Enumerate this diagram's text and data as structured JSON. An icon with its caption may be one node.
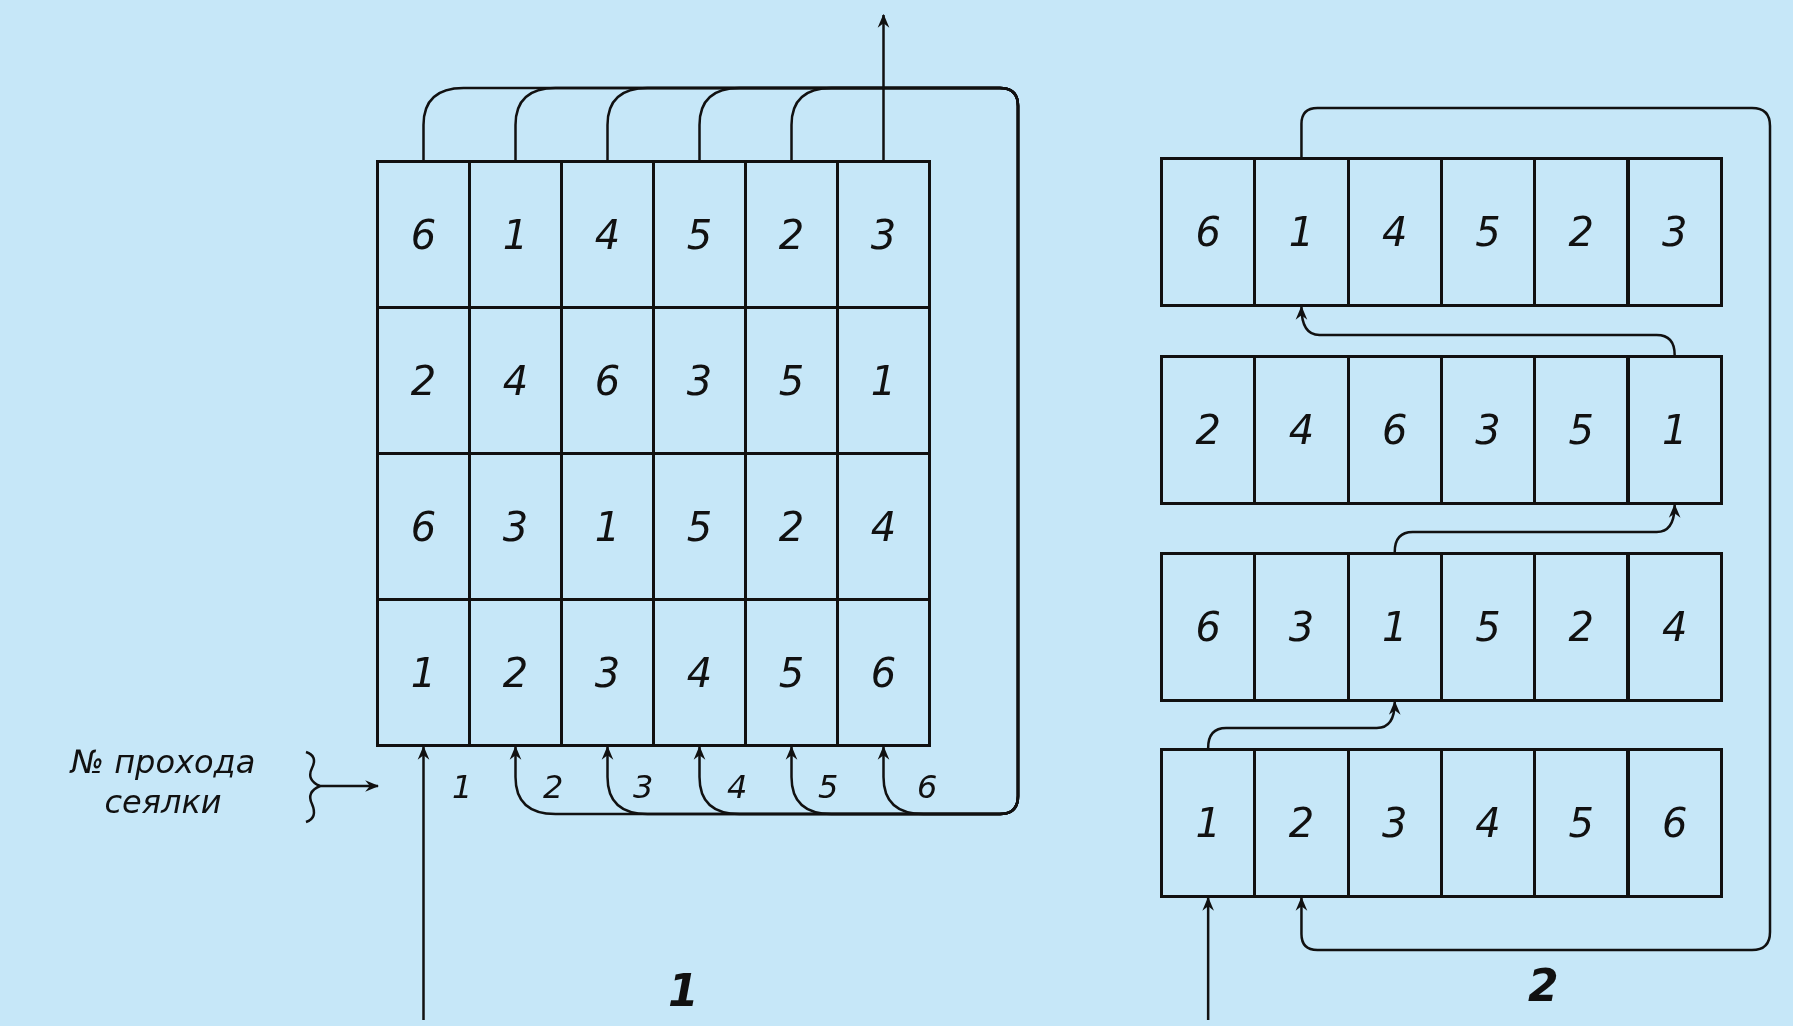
{
  "diagram": {
    "nodes": [
      {
        "text": [
          "6"
        ]
      },
      {
        "text": [
          "1"
        ]
      },
      {
        "text": [
          "4"
        ]
      },
      {
        "text": [
          "5"
        ]
      },
      {
        "text": [
          "2"
        ]
      },
      {
        "text": [
          "3"
        ]
      },
      {
        "text": [
          "2"
        ]
      },
      {
        "text": [
          "4"
        ]
      },
      {
        "text": [
          "6"
        ]
      },
      {
        "text": [
          "3"
        ]
      },
      {
        "text": [
          "5"
        ]
      },
      {
        "text": [
          "1"
        ]
      },
      {
        "text": [
          "6"
        ]
      },
      {
        "text": [
          "3"
        ]
      },
      {
        "text": [
          "1"
        ]
      },
      {
        "text": [
          "5"
        ]
      },
      {
        "text": [
          "2"
        ]
      },
      {
        "text": [
          "4"
        ]
      },
      {
        "text": [
          "1"
        ]
      },
      {
        "text": [
          "2"
        ]
      },
      {
        "text": [
          "3"
        ]
      },
      {
        "text": [
          "4"
        ]
      },
      {
        "text": [
          "5"
        ]
      },
      {
        "text": [
          "6"
        ]
      },
      {
        "text": [
          "6"
        ]
      },
      {
        "text": [
          "1"
        ]
      },
      {
        "text": [
          "4"
        ]
      },
      {
        "text": [
          "5"
        ]
      },
      {
        "text": [
          "2"
        ]
      },
      {
        "text": [
          "3"
        ]
      },
      {
        "text": [
          "2"
        ]
      },
      {
        "text": [
          "4"
        ]
      },
      {
        "text": [
          "6"
        ]
      },
      {
        "text": [
          "3"
        ]
      },
      {
        "text": [
          "5"
        ]
      },
      {
        "text": [
          "1"
        ]
      },
      {
        "text": [
          "6"
        ]
      },
      {
        "text": [
          "3"
        ]
      },
      {
        "text": [
          "1"
        ]
      },
      {
        "text": [
          "5"
        ]
      },
      {
        "text": [
          "2"
        ]
      },
      {
        "text": [
          "4"
        ]
      },
      {
        "text": [
          "1"
        ]
      },
      {
        "text": [
          "2"
        ]
      },
      {
        "text": [
          "3"
        ]
      },
      {
        "text": [
          "4"
        ]
      },
      {
        "text": [
          "5"
        ]
      },
      {
        "text": [
          "6"
        ]
      }
    ],
    "edges": [
      {
        "from": null,
        "to": 18,
        "arrow": "to"
      },
      {
        "from": 0,
        "to": 19,
        "arrow": "to"
      },
      {
        "from": 1,
        "to": 20,
        "arrow": "to"
      },
      {
        "from": 2,
        "to": 21,
        "arrow": "to"
      },
      {
        "from": 3,
        "to": 22,
        "arrow": "to"
      },
      {
        "from": 4,
        "to": 23,
        "arrow": "to"
      },
      {
        "from": 5,
        "to": null,
        "arrow": "to"
      },
      {
        "from": null,
        "to": 42,
        "arrow": "to"
      },
      {
        "from": 42,
        "to": 38,
        "arrow": "to"
      },
      {
        "from": 38,
        "to": 35,
        "arrow": "to"
      },
      {
        "from": 35,
        "to": 25,
        "arrow": "to"
      },
      {
        "from": 25,
        "to": 43,
        "arrow": "to"
      }
    ],
    "labels": [
      "№ прохода сеялки",
      "1",
      "2",
      "3",
      "4",
      "5",
      "6",
      "1",
      "2"
    ]
  }
}
